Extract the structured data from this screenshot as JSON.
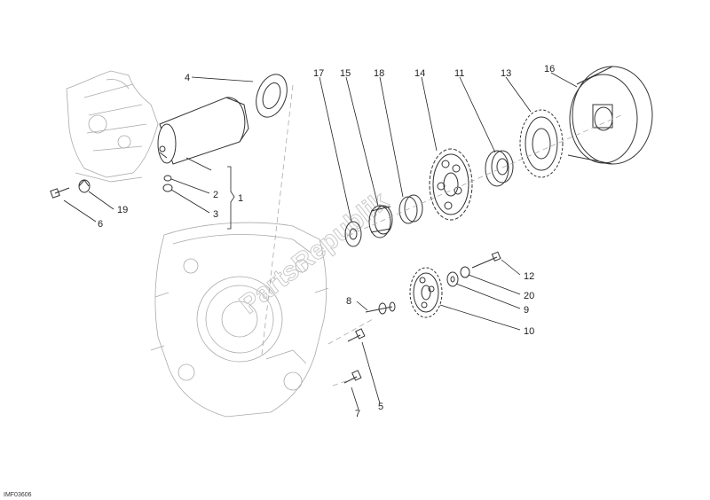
{
  "diagram": {
    "figure_code": "IMF03606",
    "watermark": "PartsRepublik",
    "callouts": [
      {
        "id": "c4",
        "text": "4"
      },
      {
        "id": "c17",
        "text": "17"
      },
      {
        "id": "c15",
        "text": "15"
      },
      {
        "id": "c18",
        "text": "18"
      },
      {
        "id": "c14",
        "text": "14"
      },
      {
        "id": "c11",
        "text": "11"
      },
      {
        "id": "c13",
        "text": "13"
      },
      {
        "id": "c16",
        "text": "16"
      },
      {
        "id": "c2",
        "text": "2"
      },
      {
        "id": "c1",
        "text": "1"
      },
      {
        "id": "c3",
        "text": "3"
      },
      {
        "id": "c19",
        "text": "19"
      },
      {
        "id": "c6",
        "text": "6"
      },
      {
        "id": "c12",
        "text": "12"
      },
      {
        "id": "c20",
        "text": "20"
      },
      {
        "id": "c9",
        "text": "9"
      },
      {
        "id": "c10",
        "text": "10"
      },
      {
        "id": "c8",
        "text": "8"
      },
      {
        "id": "c5",
        "text": "5"
      },
      {
        "id": "c7",
        "text": "7"
      }
    ]
  }
}
